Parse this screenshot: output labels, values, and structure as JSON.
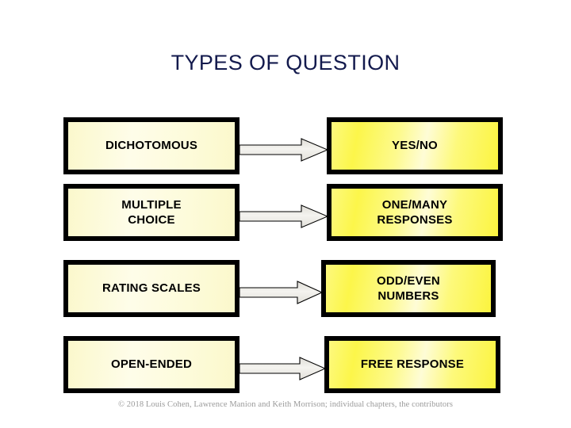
{
  "slide": {
    "title": "TYPES OF QUESTION",
    "background_color": "#ffffff",
    "title_color": "#131a4d",
    "left_box_color": "#fdfbdc",
    "right_box_color": "#fdf84f",
    "border_color": "#000000",
    "arrow_color": "#ecebe7",
    "footer_color": "#9a9a9a"
  },
  "rows": [
    {
      "left_label": "DICHOTOMOUS",
      "connector": "block-arrow-right",
      "right_label": "YES/NO"
    },
    {
      "left_label": "MULTIPLE\nCHOICE",
      "left_line1": "MULTIPLE",
      "left_line2": "CHOICE",
      "connector": "block-arrow-right",
      "right_label": "ONE/MANY\nRESPONSES",
      "right_line1": "ONE/MANY",
      "right_line2": "RESPONSES"
    },
    {
      "left_label": "RATING SCALES",
      "connector": "block-arrow-right",
      "right_label": "ODD/EVEN\nNUMBERS",
      "right_line1": "ODD/EVEN",
      "right_line2": "NUMBERS"
    },
    {
      "left_label": "OPEN-ENDED",
      "connector": "block-arrow-right",
      "right_label": "FREE RESPONSE"
    }
  ],
  "footer": {
    "text": "© 2018 Louis Cohen, Lawrence Manion and Keith Morrison; individual chapters, the contributors"
  }
}
